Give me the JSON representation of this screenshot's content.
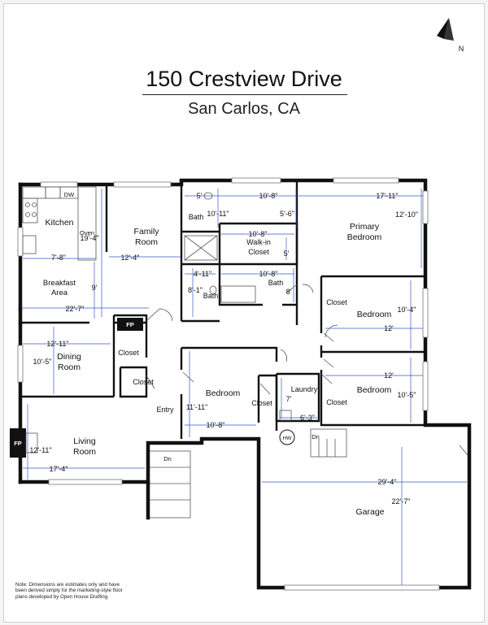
{
  "header": {
    "title": "150 Crestview Drive",
    "subtitle": "San Carlos, CA",
    "compass": "N"
  },
  "note": "Note: Dimensions are estimates only and have been derived simply for the marketing-style floor plans developed by Open House Drafting.",
  "rooms": {
    "kitchen": "Kitchen",
    "oven": "Oven",
    "dw": "DW",
    "family_1": "Family",
    "family_2": "Room",
    "breakfast_1": "Breakfast",
    "breakfast_2": "Area",
    "bath_upper": "Bath",
    "walkin_1": "Walk-in",
    "walkin_2": "Closet",
    "primary_1": "Primary",
    "primary_2": "Bedroom",
    "bath_lower": "Bath",
    "bath_center": "Bath",
    "closet_fp": "Closet",
    "closet_small": "Closet",
    "closet_bed_right": "Closet",
    "bedroom_right": "Bedroom",
    "dining_1": "Dining",
    "dining_2": "Room",
    "bedroom_center": "Bedroom",
    "entry": "Entry",
    "closet_center": "Closet",
    "laundry": "Laundry",
    "closet_right2": "Closet",
    "bedroom_right2": "Bedroom",
    "living_1": "Living",
    "living_2": "Room",
    "garage": "Garage",
    "fp_top": "FP",
    "fp_left": "FP",
    "hw": "HW",
    "dn_stair": "Dn",
    "dn_laundry": "Dn"
  },
  "dimensions": {
    "kitchen_w": "7'-8\"",
    "family_h": "19'-4\"",
    "family_w": "12'-4\"",
    "breakfast_h": "9'",
    "breakfast_w": "22'-7\"",
    "bath_a": "5'",
    "bath_b": "10'-11\"",
    "bath_c": "10'-8\"",
    "bath_d": "5'-6\"",
    "walkin_w": "10'-8\"",
    "walkin_h": "5'",
    "primary_w": "17'-11\"",
    "primary_h": "12'-10\"",
    "bath2_w": "4'-11\"",
    "bath2_h": "8'-1\"",
    "bath3_w": "10'-8\"",
    "bath3_h": "8'",
    "bed_r1_h": "10'-4\"",
    "bed_r1_w": "12'",
    "dining_w": "12'-11\"",
    "dining_h": "10'-5\"",
    "bed_c_h": "11'-11\"",
    "bed_c_w": "10'-8\"",
    "laundry_h": "7'",
    "laundry_w": "6'-3\"",
    "bed_r2_w": "12'",
    "bed_r2_h": "10'-5\"",
    "living_h": "12'-11\"",
    "living_w": "17'-4\"",
    "garage_w": "29'-4\"",
    "garage_h": "22'-7\""
  }
}
